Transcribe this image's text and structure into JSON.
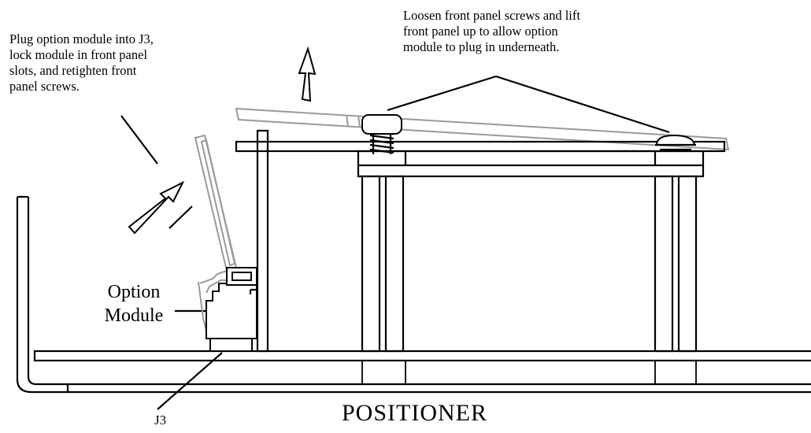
{
  "callouts": {
    "install_instruction": {
      "lines": [
        "Plug option module into J3,",
        "lock module in front panel",
        "slots, and retighten front",
        "panel screws."
      ]
    },
    "loosen_instruction": {
      "lines": [
        "Loosen front panel screws and lift",
        "front panel up to allow option",
        "module to plug in underneath."
      ]
    }
  },
  "labels": {
    "option_module": [
      "Option",
      "Module"
    ],
    "connector": "J3",
    "positioner": "POSITIONER"
  }
}
